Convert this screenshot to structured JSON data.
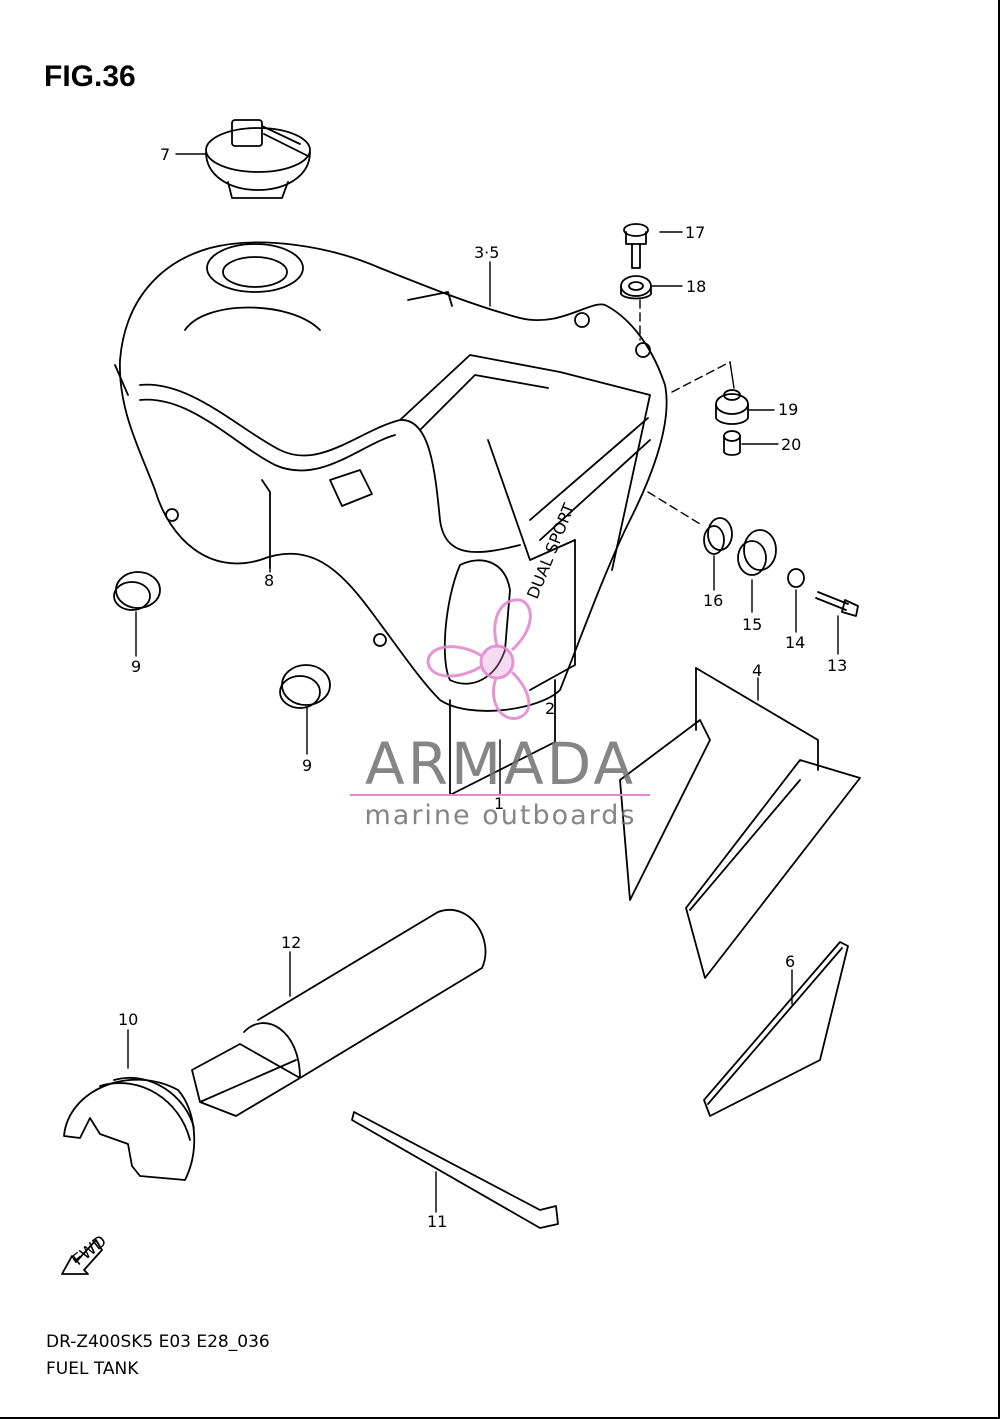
{
  "figure_title": "FIG.36",
  "footer": {
    "model_code": "DR-Z400SK5 E03 E28_036",
    "assembly_name": "FUEL TANK"
  },
  "callouts": [
    {
      "id": "c7",
      "label": "7"
    },
    {
      "id": "c35",
      "label": "3·5"
    },
    {
      "id": "c17",
      "label": "17"
    },
    {
      "id": "c18",
      "label": "18"
    },
    {
      "id": "c19",
      "label": "19"
    },
    {
      "id": "c20",
      "label": "20"
    },
    {
      "id": "c8",
      "label": "8"
    },
    {
      "id": "c9a",
      "label": "9"
    },
    {
      "id": "c9b",
      "label": "9"
    },
    {
      "id": "c16",
      "label": "16"
    },
    {
      "id": "c15",
      "label": "15"
    },
    {
      "id": "c14",
      "label": "14"
    },
    {
      "id": "c13",
      "label": "13"
    },
    {
      "id": "c4",
      "label": "4"
    },
    {
      "id": "c2",
      "label": "2"
    },
    {
      "id": "c1",
      "label": "1"
    },
    {
      "id": "c12",
      "label": "12"
    },
    {
      "id": "c10",
      "label": "10"
    },
    {
      "id": "c6",
      "label": "6"
    },
    {
      "id": "c11",
      "label": "11"
    }
  ],
  "decal_text": "DUAL SPORT",
  "fwd_badge": "FWD",
  "watermark": {
    "title": "ARMADA",
    "subtitle": "marine outboards",
    "logo_color": "#e28ad0",
    "text_color": "#707070"
  },
  "icons": {
    "direction": "fwd-arrow-icon",
    "logo": "propeller-logo-icon"
  }
}
